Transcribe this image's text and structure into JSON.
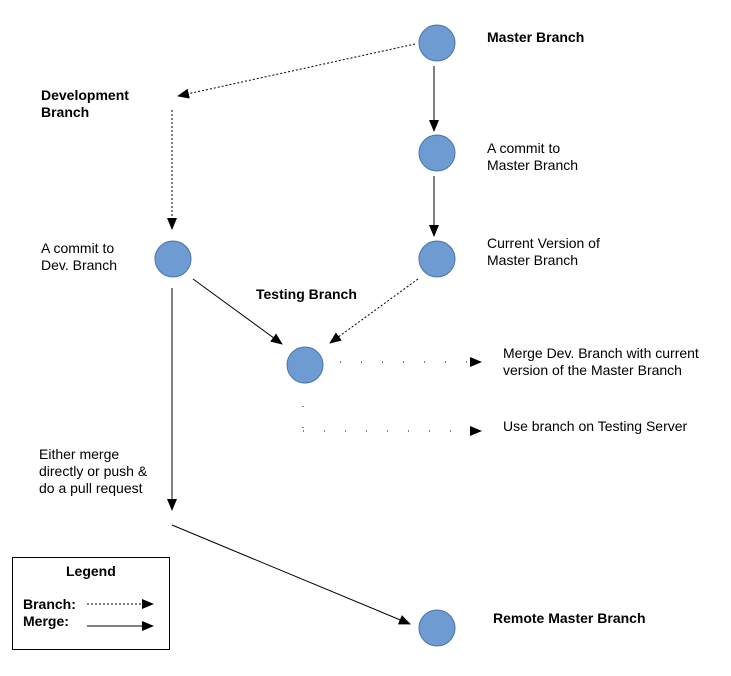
{
  "labels": {
    "master_branch": "Master Branch",
    "development_branch": [
      "Development",
      "Branch"
    ],
    "commit_master": [
      "A commit to",
      "Master Branch"
    ],
    "commit_dev": [
      "A commit to",
      "Dev. Branch"
    ],
    "current_version": [
      "Current Version of",
      "Master Branch"
    ],
    "testing_branch": "Testing Branch",
    "merge_dev": [
      "Merge Dev. Branch with current",
      "version of the Master Branch"
    ],
    "use_branch": "Use branch on Testing Server",
    "either_merge": [
      "Either merge",
      "directly or push &",
      "do a pull request"
    ],
    "remote_master": "Remote Master Branch"
  },
  "legend": {
    "title": "Legend",
    "branch_label": "Branch:",
    "merge_label": "Merge:"
  },
  "colors": {
    "node_fill": "#6f9bd3",
    "node_stroke": "#4a74a8"
  }
}
